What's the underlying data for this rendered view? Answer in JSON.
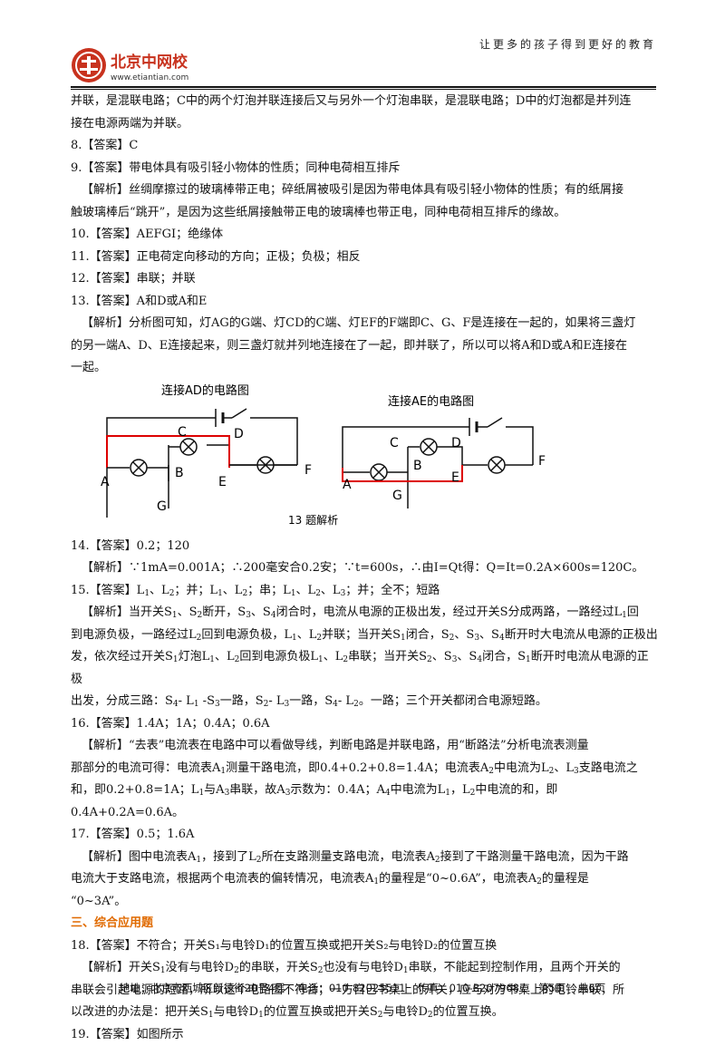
{
  "header": {
    "logo_text": "北京中网校",
    "logo_url": "www.etiantian.com",
    "slogan": "让更多的孩子得到更好的教育"
  },
  "lines": {
    "l1": "并联，是混联电路；C中的两个灯泡并联连接后又与另外一个灯泡串联，是混联电路；D中的灯泡都是并列连",
    "l2": "接在电源两端为并联。",
    "a8": "8.【答案】C",
    "a9": "9.【答案】带电体具有吸引轻小物体的性质；同种电荷相互排斥",
    "a9e1": "【解析】丝绸摩擦过的玻璃棒带正电；碎纸屑被吸引是因为带电体具有吸引轻小物体的性质；有的纸屑接",
    "a9e2": "触玻璃棒后“跳开”，是因为这些纸屑接触带正电的玻璃棒也带正电，同种电荷相互排斥的缘故。",
    "a10": "10.【答案】AEFGI；绝缘体",
    "a11": "11.【答案】正电荷定向移动的方向；正极；负极；相反",
    "a12": "12.【答案】串联；并联",
    "a13": "13.【答案】A和D或A和E",
    "a13e1": "【解析】分析图可知，灯AG的G端、灯CD的C端、灯EF的F端即C、G、F是连接在一起的，如果将三盏灯",
    "a13e2": "的另一端A、D、E连接起来，则三盏灯就并列地连接在了一起，即并联了，所以可以将A和D或A和E连接在",
    "a13e3": "一起。",
    "a14": "14.【答案】0.2；120",
    "a14e": "【解析】∵1mA=0.001A；∴200毫安合0.2安；∵t=600s，∴由I=Qt得：Q=It=0.2A×600s=120C。",
    "a18": "18.【答案】不符合；开关S₁与电铃D₁的位置互换或把开关S₂与电铃D₂的位置互换",
    "a19": "19.【答案】如图所示"
  },
  "figure": {
    "left_title": "连接AD的电路图",
    "right_title": "连接AE的电路图",
    "caption": "13 题解析",
    "labels": {
      "A": "A",
      "B": "B",
      "C": "C",
      "D": "D",
      "E": "E",
      "F": "F",
      "G": "G"
    }
  },
  "section3": "三、综合应用题",
  "footer": {
    "address": "地址：北京市西城区新德街20号4层",
    "phone": "电话：010-82025511",
    "fax": "传真：010-82079687",
    "page": "第5页",
    "total": "共6页"
  }
}
